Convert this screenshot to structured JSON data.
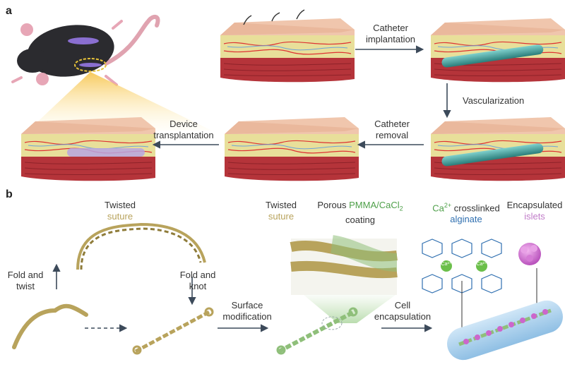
{
  "panel_a": {
    "label": "a",
    "step1": {
      "line1": "Catheter",
      "line2": "implantation"
    },
    "step2": "Vascularization",
    "step3": {
      "line1": "Catheter",
      "line2": "removal"
    },
    "step4": {
      "line1": "Device",
      "line2": "transplantation"
    }
  },
  "panel_b": {
    "label": "b",
    "twisted_suture_top": {
      "line1": "Twisted",
      "line2": "suture"
    },
    "fold_twist": {
      "line1": "Fold and",
      "line2": "twist"
    },
    "fold_knot": {
      "line1": "Fold and",
      "line2": "knot"
    },
    "surface_mod": {
      "line1": "Surface",
      "line2": "modification"
    },
    "cell_encap": {
      "line1": "Cell",
      "line2": "encapsulation"
    },
    "zoom_twisted": {
      "line1": "Twisted",
      "line2": "suture"
    },
    "porous": {
      "prefix": "Porous ",
      "material": "PMMA/CaCl",
      "sub": "2",
      "line2": "coating"
    },
    "alginate": {
      "ion": "Ca",
      "charge": "2+",
      "rest": " crosslinked",
      "line2": "alginate"
    },
    "islets": {
      "line1": "Encapsulated",
      "line2": "islets"
    },
    "ion_label": "Ca²⁺"
  },
  "colors": {
    "skin": "#eab89c",
    "fat": "#e8df9a",
    "muscle": "#b5343a",
    "catheter": "#3a9e9b",
    "suture": "#b8a35c",
    "coating": "#8fbf7a",
    "islet": "#cc66cc",
    "arrow": "#3c4a5a"
  }
}
